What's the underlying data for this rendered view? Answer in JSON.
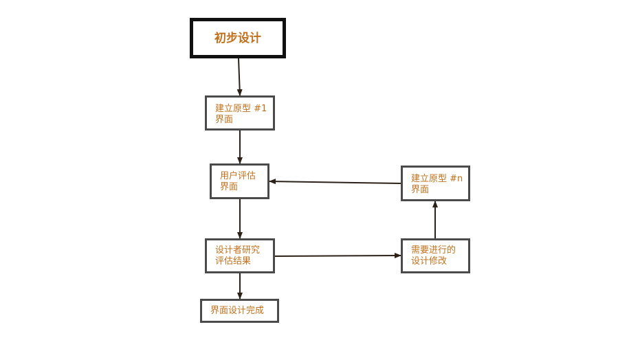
{
  "nodes": {
    "start": {
      "lines": [
        "初步设计"
      ]
    },
    "proto1": {
      "lines": [
        "建立原型 #1",
        "界面"
      ]
    },
    "eval": {
      "lines": [
        "用户评估",
        "界面"
      ]
    },
    "study": {
      "lines": [
        "设计者研究",
        "评估结果"
      ]
    },
    "done": {
      "lines": [
        "界面设计完成"
      ]
    },
    "protoN": {
      "lines": [
        "建立原型 #n",
        "界面"
      ]
    },
    "modify": {
      "lines": [
        "需要进行的",
        "设计修改"
      ]
    }
  },
  "edges": [
    {
      "from": "start",
      "to": "proto1"
    },
    {
      "from": "proto1",
      "to": "eval"
    },
    {
      "from": "eval",
      "to": "study"
    },
    {
      "from": "study",
      "to": "done"
    },
    {
      "from": "study",
      "to": "modify"
    },
    {
      "from": "modify",
      "to": "protoN"
    },
    {
      "from": "protoN",
      "to": "eval"
    }
  ],
  "colors": {
    "text": "#c0711c",
    "border": "#4a4a4a",
    "start_border": "#111111",
    "arrow": "#2b2116"
  }
}
